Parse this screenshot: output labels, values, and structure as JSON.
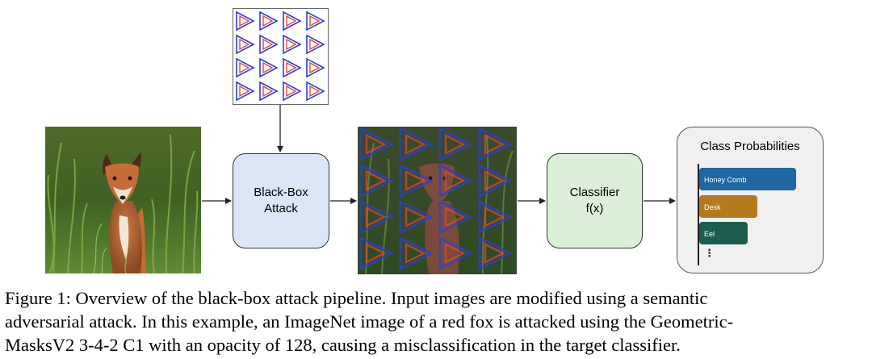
{
  "diagram": {
    "attack_label_1": "Black-Box",
    "attack_label_2": "Attack",
    "classifier_label_1": "Classifier",
    "classifier_label_2": "f(x)",
    "probs_title": "Class Probabilities",
    "classes": [
      {
        "label": "Honey Comb",
        "value": 0.92,
        "color": "#2066a2"
      },
      {
        "label": "Desk",
        "value": 0.55,
        "color": "#b47a1f"
      },
      {
        "label": "Eel",
        "value": 0.46,
        "color": "#1e5c50"
      }
    ],
    "more_symbol": "⋮",
    "colors": {
      "attack_box": "#dbe6f6",
      "classifier_box": "#dcefd8",
      "probs_box": "#f0f0f0",
      "mask_red": "#e0473d",
      "mask_blue": "#2f3fd0"
    },
    "icons": [
      "fox-photo-image",
      "geometric-mask-pattern",
      "attacked-fox-image"
    ]
  },
  "caption": {
    "line1": "Figure 1: Overview of the black-box attack pipeline. Input images are modified using a semantic",
    "line2": "adversarial attack. In this example, an ImageNet image of a red fox is attacked using the Geometric-",
    "line3": "MasksV2 3-4-2 C1 with an opacity of 128, causing a misclassification in the target classifier."
  }
}
